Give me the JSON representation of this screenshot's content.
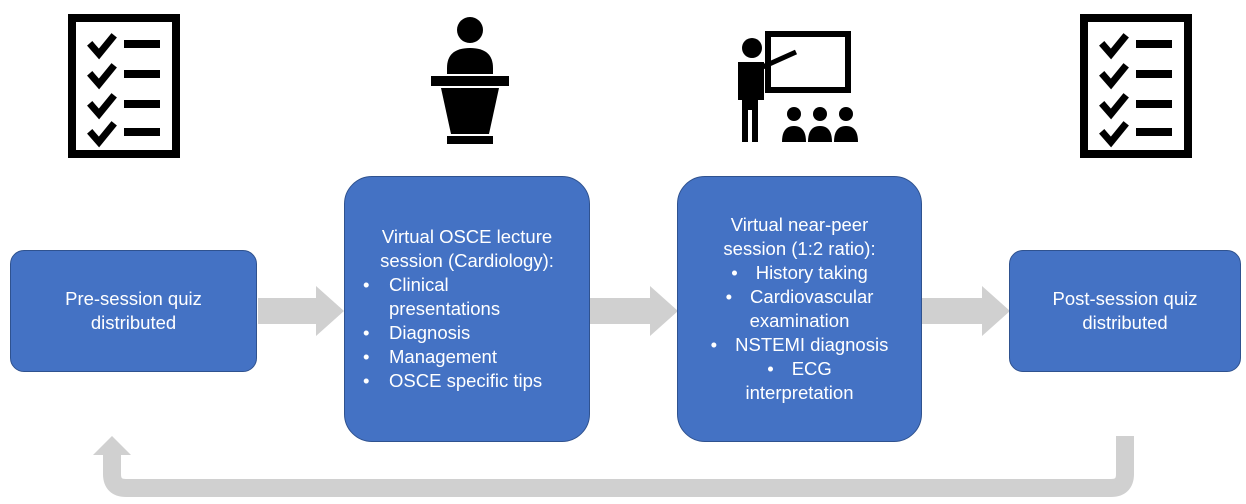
{
  "steps": [
    {
      "title": "Pre-session quiz distributed",
      "icon": "checklist-icon"
    },
    {
      "title": "Virtual OSCE lecture session (Cardiology):",
      "items": [
        "Clinical presentations",
        "Diagnosis",
        "Management",
        "OSCE specific tips"
      ],
      "icon": "lecturer-podium-icon"
    },
    {
      "title": "Virtual near-peer session (1:2 ratio):",
      "items": [
        "History taking",
        "Cardiovascular examination",
        "NSTEMI diagnosis",
        "ECG interpretation"
      ],
      "icon": "teacher-whiteboard-icon"
    },
    {
      "title": "Post-session quiz distributed",
      "icon": "checklist-icon"
    }
  ],
  "colors": {
    "box_fill": "#4472c4",
    "box_border": "#2f528f",
    "arrow": "#d0d0d0",
    "icon": "#000000"
  }
}
